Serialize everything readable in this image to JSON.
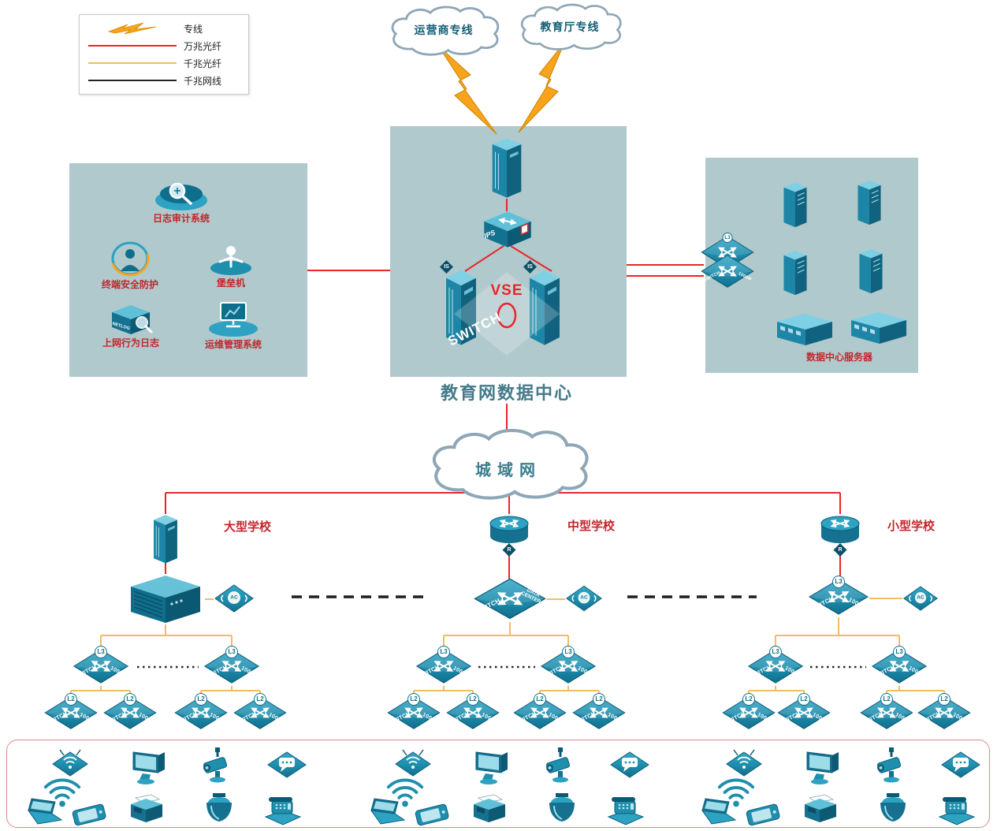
{
  "legend": {
    "dedicated": "专线",
    "fiber_10g": "万兆光纤",
    "fiber_1g": "千兆光纤",
    "cable_1g": "千兆网线"
  },
  "clouds": {
    "isp": "运营商专线",
    "edu": "教育厅专线",
    "man": "城域网"
  },
  "core": {
    "title": "教育网数据中心",
    "ips": "IPS",
    "vse": "VSE",
    "switch": "SWITCH",
    "is": "IS"
  },
  "security": {
    "audit": "日志审计系统",
    "endpoint": "终端安全防护",
    "bastion": "堡垒机",
    "netlog": "上网行为日志",
    "ops": "运维管理系统"
  },
  "servers": {
    "label": "数据中心服务器"
  },
  "schools": {
    "large": "大型学校",
    "medium": "中型学校",
    "small": "小型学校"
  },
  "labels": {
    "switch": "SWITCH",
    "m1000": "1000M",
    "l3": "L3",
    "l2": "L2",
    "ac": "AC",
    "r": "R",
    "data_center": "DATA CENTER",
    "netlog": "NETLOG"
  },
  "colors": {
    "line_dedicated": "#f7a31b",
    "line_fiber_10g": "#e8262a",
    "line_fiber_1g": "#f0bd62",
    "line_cable_1g": "#222222",
    "device_teal": "#1f8fae",
    "panel": "#b0c9cd",
    "label_red": "#c2262c"
  }
}
